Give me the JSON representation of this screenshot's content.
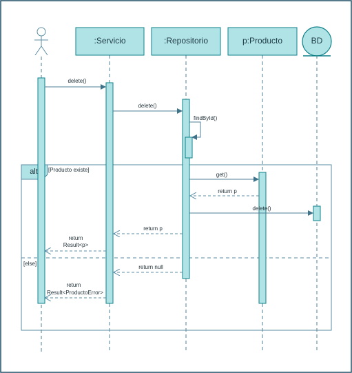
{
  "participants": {
    "servicio": ":Servicio",
    "repositorio": ":Repositorio",
    "producto": "p:Producto",
    "bd": "BD"
  },
  "messages": {
    "delete_to_servicio": "delete()",
    "delete_to_repositorio": "delete()",
    "find_by_id": "findById()",
    "get": "get()",
    "return_p_from_producto": "return p",
    "delete_to_bd": "delete()",
    "return_p_to_servicio": "return p",
    "return_result_p_line1": "return",
    "return_result_p_line2": "Result<p>",
    "return_null": "return null",
    "return_result_error_line1": "return",
    "return_result_error_line2": "Result<ProductoError>"
  },
  "fragment": {
    "operator": "alt",
    "guard_if": "[Producto existe]",
    "guard_else": "[else]"
  },
  "colors": {
    "fill": "#b0e3e6",
    "stroke": "#0e8088",
    "line": "#4d7f95"
  }
}
